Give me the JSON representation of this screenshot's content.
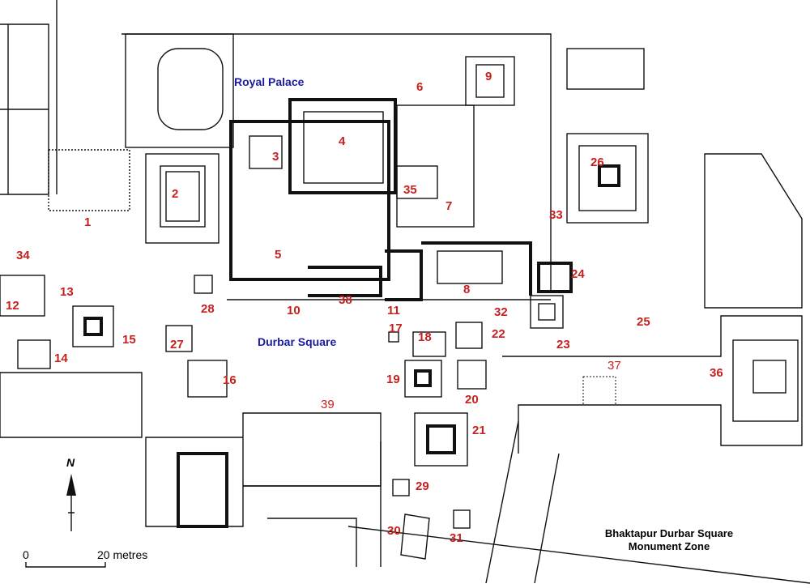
{
  "map": {
    "title_line1": "Bhaktapur Durbar Square",
    "title_line2": "Monument Zone",
    "areas": {
      "royal_palace": "Royal Palace",
      "durbar_square": "Durbar Square"
    },
    "north_label": "N",
    "scale": {
      "start": "0",
      "end": "20 metres"
    },
    "monuments": [
      "1",
      "2",
      "3",
      "4",
      "5",
      "6",
      "7",
      "8",
      "9",
      "10",
      "11",
      "12",
      "13",
      "14",
      "15",
      "16",
      "17",
      "18",
      "19",
      "20",
      "21",
      "22",
      "23",
      "24",
      "25",
      "26",
      "27",
      "28",
      "29",
      "30",
      "31",
      "32",
      "33",
      "34",
      "35",
      "36",
      "37",
      "38",
      "39"
    ],
    "colors": {
      "labels": "#c8201e",
      "area_labels": "#1a1aa0",
      "lines": "#111111"
    }
  }
}
